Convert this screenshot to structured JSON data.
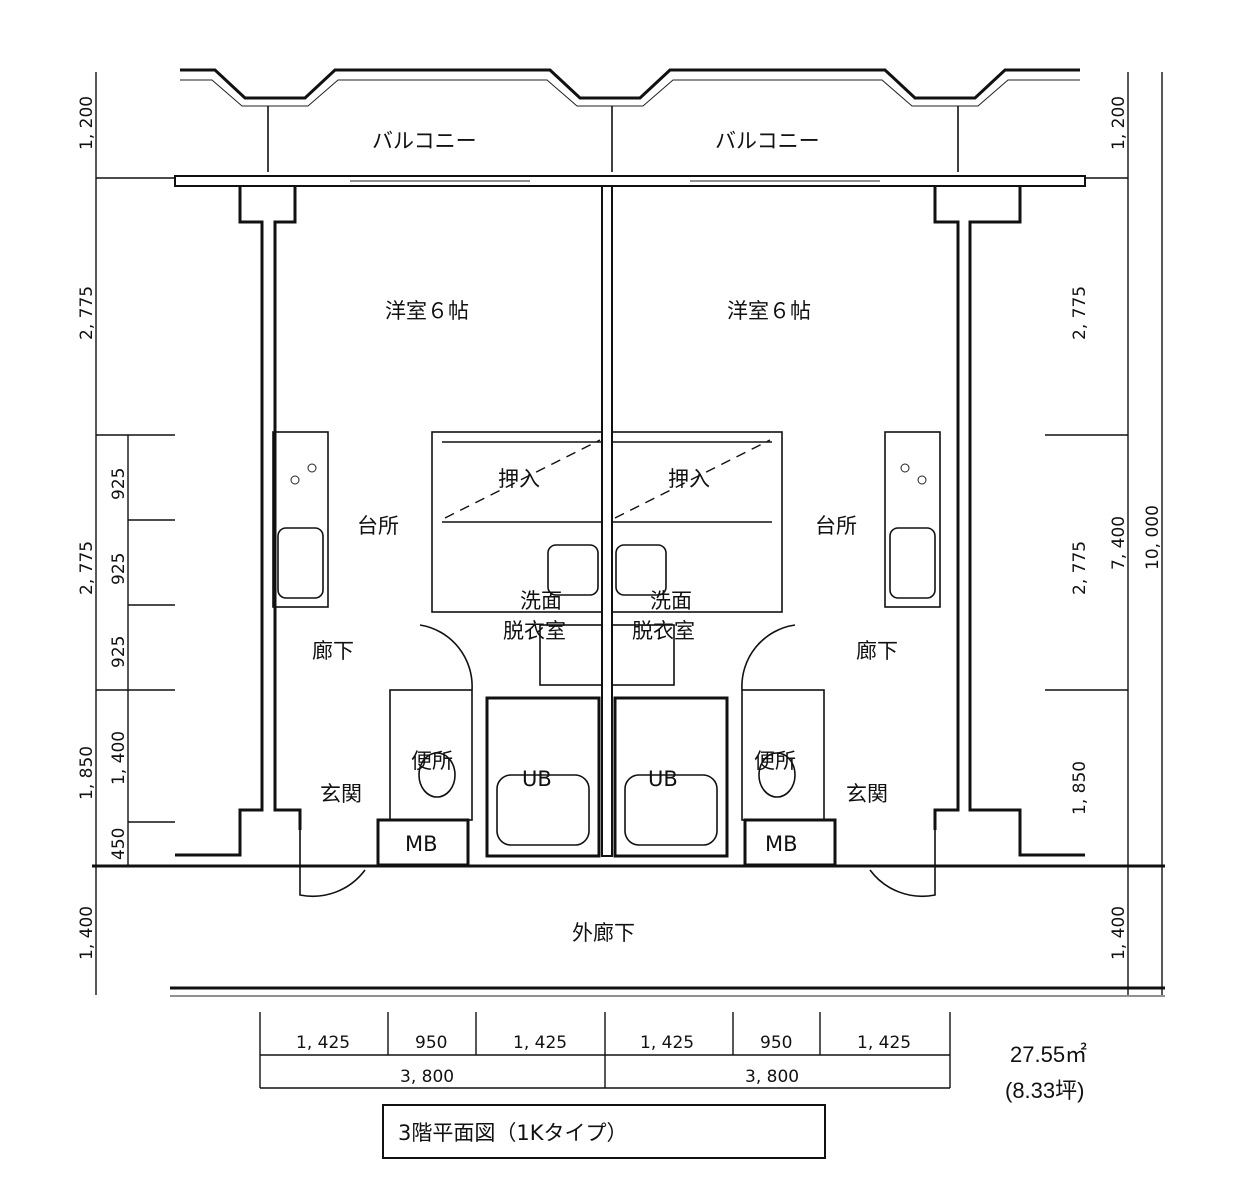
{
  "title": "3階平面図（1Kタイプ）",
  "area": {
    "sqm": "27.55㎡",
    "tsubo": "(8.33坪)"
  },
  "rooms": {
    "balcony_left": "バルコニー",
    "balcony_right": "バルコニー",
    "western_left": "洋室６帖",
    "western_right": "洋室６帖",
    "closet_left": "押入",
    "closet_right": "押入",
    "kitchen_left": "台所",
    "kitchen_right": "台所",
    "washroom1_left": "洗面",
    "washroom2_left": "脱衣室",
    "washroom1_right": "洗面",
    "washroom2_right": "脱衣室",
    "hall_left": "廊下",
    "hall_right": "廊下",
    "toilet_left": "便所",
    "toilet_right": "便所",
    "entry_left": "玄関",
    "entry_right": "玄関",
    "ub_left": "UB",
    "ub_right": "UB",
    "mb_left": "MB",
    "mb_right": "MB",
    "outer_corridor": "外廊下"
  },
  "dims_left": {
    "balcony": "1, 200",
    "room": "2, 775",
    "k1": "925",
    "k2": "925",
    "k3": "925",
    "kitchen": "2, 775",
    "entry": "1, 850",
    "entry_a": "1, 400",
    "entry_b": "450",
    "corridor": "1, 400"
  },
  "dims_right": {
    "balcony": "1, 200",
    "room": "2, 775",
    "kitchen": "2, 775",
    "entry": "1, 850",
    "corridor": "1, 400",
    "unit_depth": "7, 400",
    "total": "10, 000"
  },
  "dims_bottom": {
    "row1": [
      "1, 425",
      "950",
      "1, 425",
      "1, 425",
      "950",
      "1, 425"
    ],
    "row2": [
      "3, 800",
      "3, 800"
    ]
  }
}
